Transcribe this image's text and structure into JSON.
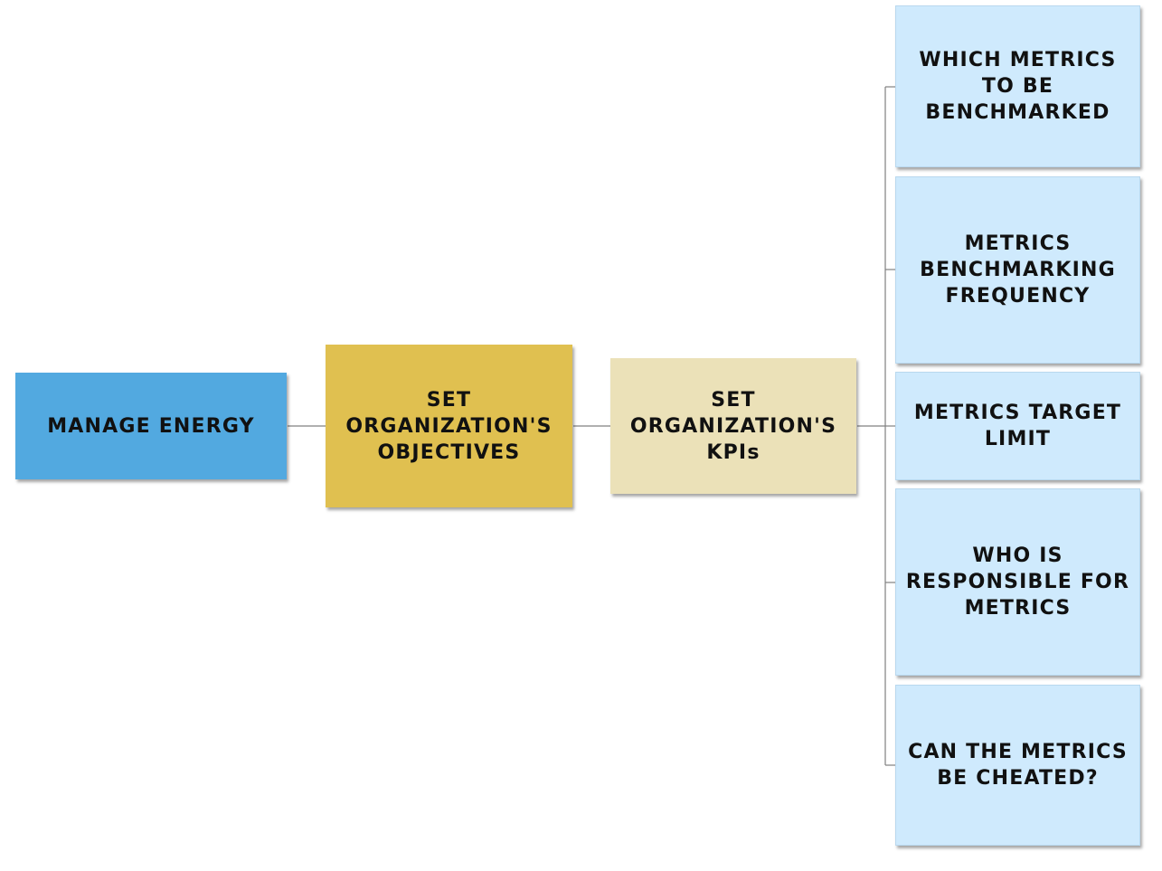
{
  "nodes": {
    "root": {
      "label": "MANAGE ENERGY"
    },
    "objectives": {
      "label": "SET ORGANIZATION'S OBJECTIVES"
    },
    "kpis": {
      "label": "SET ORGANIZATION'S KPIs"
    },
    "children": [
      {
        "label": "WHICH METRICS TO BE BENCHMARKED"
      },
      {
        "label": "METRICS BENCHMARKING FREQUENCY"
      },
      {
        "label": "METRICS TARGET LIMIT"
      },
      {
        "label": "WHO IS RESPONSIBLE FOR METRICS"
      },
      {
        "label": "CAN THE METRICS BE CHEATED?"
      }
    ]
  },
  "colors": {
    "root": "#52a9e0",
    "objectives": "#e0c050",
    "kpis": "#ebe1b8",
    "leaf": "#cfeafd",
    "connector": "#808080"
  }
}
